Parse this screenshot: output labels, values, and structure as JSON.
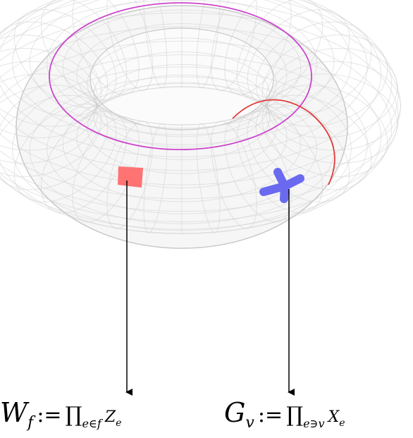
{
  "colors": {
    "mesh": "#cccccc",
    "torus_fill": "#f4f4f4",
    "loop_inner": "#cc33cc",
    "loop_outer": "#e23a3a",
    "plaquette": "#ff6b6b",
    "star": "#6a6af0",
    "arrow": "#000000"
  },
  "formulas": {
    "plaquette_operator": {
      "lhs": "W",
      "lhs_sub": "f",
      "assign": ":=",
      "product": "∏",
      "product_sub": "e∈f",
      "term": "Z",
      "term_sub": "e"
    },
    "vertex_operator": {
      "lhs": "G",
      "lhs_sub": "v",
      "assign": ":=",
      "product": "∏",
      "product_sub": "e∋v",
      "term": "X",
      "term_sub": "e"
    }
  }
}
